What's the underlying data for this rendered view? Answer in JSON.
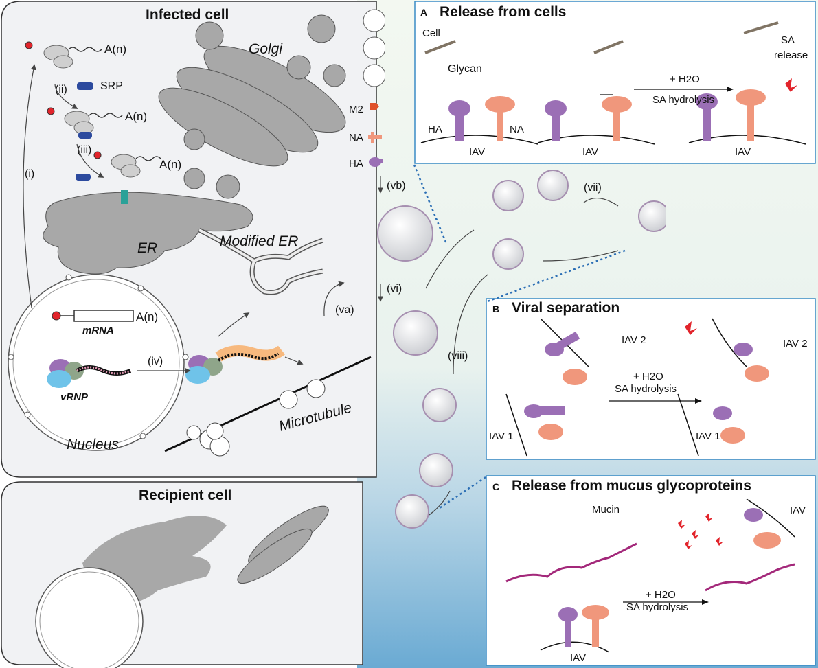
{
  "left": {
    "infected_title": "Infected cell",
    "recipient_title": "Recipient cell",
    "golgi": "Golgi",
    "er": "ER",
    "modified_er": "Modified ER",
    "nucleus": "Nucleus",
    "microtubule": "Microtubule",
    "mrna": "mRNA",
    "vrnp": "vRNP",
    "srp": "SRP",
    "poly_a": "A(n)",
    "steps": {
      "i": "(i)",
      "ii": "(ii)",
      "iii": "(iii)",
      "iv": "(iv)",
      "va": "(va)",
      "vb": "(vb)",
      "vi": "(vi)",
      "vii": "(vii)",
      "viii": "(viii)"
    },
    "membrane_labels": [
      "M2",
      "NA",
      "HA"
    ]
  },
  "panel_a": {
    "letter": "A",
    "title": "Release from cells",
    "cell": "Cell",
    "glycan": "Glycan",
    "ha": "HA",
    "na": "NA",
    "iav": "IAV",
    "reaction_top": "+ H2O",
    "reaction_bottom": "SA hydrolysis",
    "sa_release": "SA release"
  },
  "panel_b": {
    "letter": "B",
    "title": "Viral separation",
    "iav1": "IAV 1",
    "iav2": "IAV 2",
    "reaction_top": "+ H2O",
    "reaction_bottom": "SA hydrolysis"
  },
  "panel_c": {
    "letter": "C",
    "title": "Release from mucus glycoproteins",
    "mucin": "Mucin",
    "iav": "IAV",
    "reaction_top": "+ H2O",
    "reaction_bottom": "SA hydrolysis"
  },
  "colors": {
    "ha": "#9b6fb5",
    "na": "#f0977c",
    "m2": "#e0502a",
    "srp": "#2c4a9e",
    "panel_border": "#3a8cc6",
    "cell_fill": "#f1f2f4",
    "organelle": "#a8a8a8",
    "sa_red": "#e2242b",
    "galactose": "#f5b731",
    "glcnac": "#2b4ba8",
    "mannose": "#4bb24a",
    "mucin_backbone": "#a3287a"
  }
}
